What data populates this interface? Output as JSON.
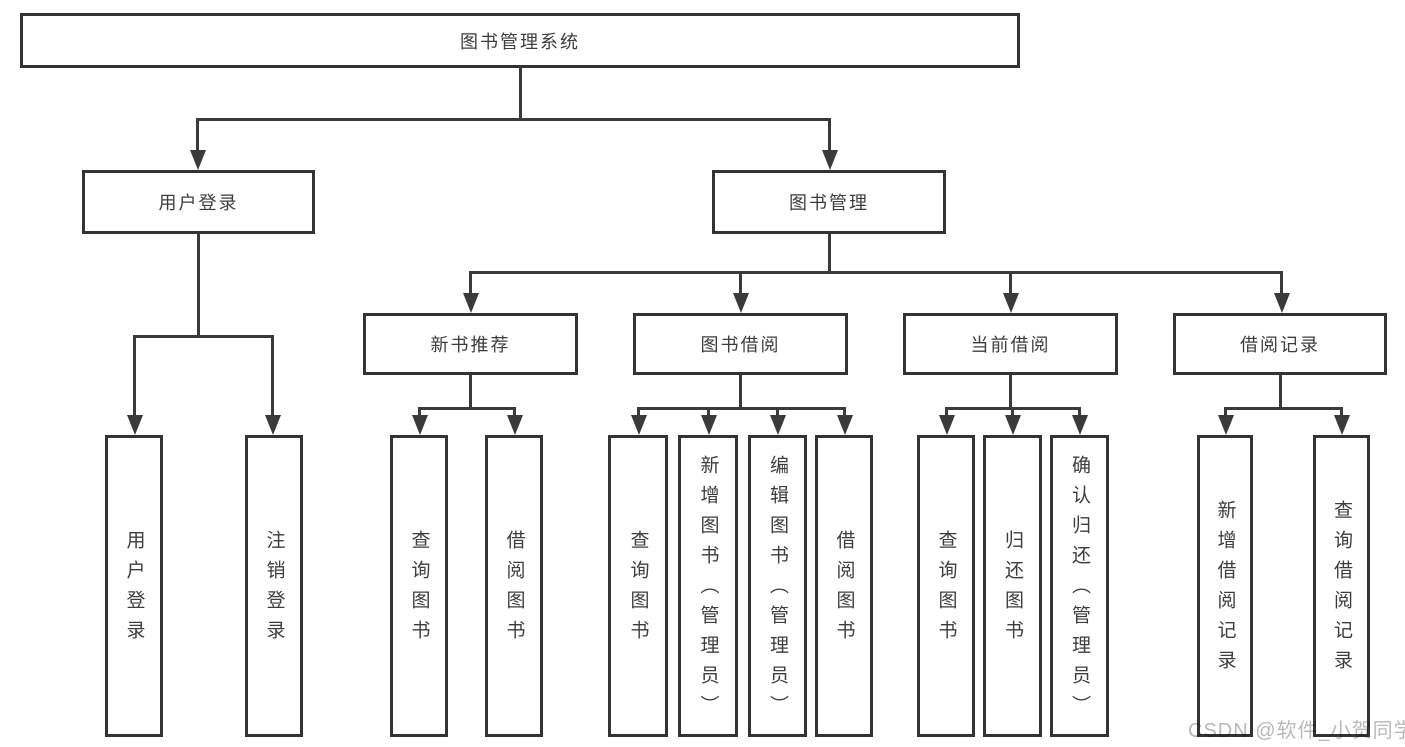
{
  "diagram": {
    "title": "图书管理系统",
    "watermark": "CSDN @软件_小贺同学",
    "colors": {
      "line": "#3a3a3a",
      "box_border": "#333333",
      "box_fill": "#ffffff",
      "text": "#3d3d3d",
      "watermark": "#b9b9b9",
      "background": "#ffffff"
    },
    "root": {
      "label": "图书管理系统"
    },
    "level2": [
      {
        "label": "用户登录"
      },
      {
        "label": "图书管理"
      }
    ],
    "level3": [
      {
        "label": "新书推荐"
      },
      {
        "label": "图书借阅"
      },
      {
        "label": "当前借阅"
      },
      {
        "label": "借阅记录"
      }
    ],
    "leaves": {
      "user_login": [
        "用户登录",
        "注销登录"
      ],
      "new_book_recommend": [
        "查询图书",
        "借阅图书"
      ],
      "book_borrow": [
        "查询图书",
        "新增图书（管理员）",
        "编辑图书（管理员）",
        "借阅图书"
      ],
      "current_borrow": [
        "查询图书",
        "归还图书",
        "确认归还（管理员）"
      ],
      "borrow_records": [
        "新增借阅记录",
        "查询借阅记录"
      ]
    }
  }
}
